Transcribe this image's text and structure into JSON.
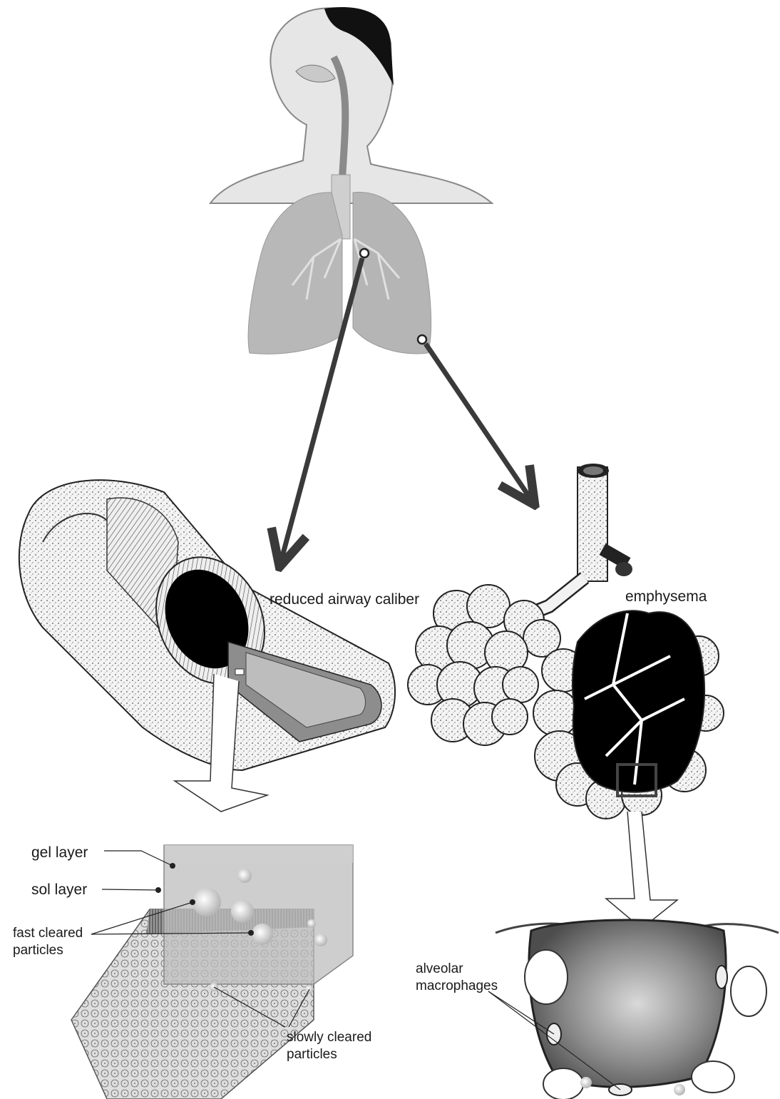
{
  "labels": {
    "reduced_airway": "reduced airway caliber",
    "emphysema": "emphysema",
    "gel_layer": "gel layer",
    "sol_layer": "sol layer",
    "fast_cleared": [
      "fast cleared",
      "particles"
    ],
    "slowly_cleared": [
      "slowly cleared",
      "particles"
    ],
    "alveolar_macrophages": [
      "alveolar",
      "macrophages"
    ]
  },
  "colors": {
    "arrow": "#3a3a3a",
    "lung": "#b5b5b5",
    "skin": "#e6e6e6",
    "hair": "#111111",
    "mucus_box": "#bdbdbd",
    "alveolus_dark": "#5a5a5a"
  },
  "icons": [
    "human-figure",
    "lung-icon",
    "airway-tube",
    "alveolar-sac",
    "alveolus-icon"
  ]
}
